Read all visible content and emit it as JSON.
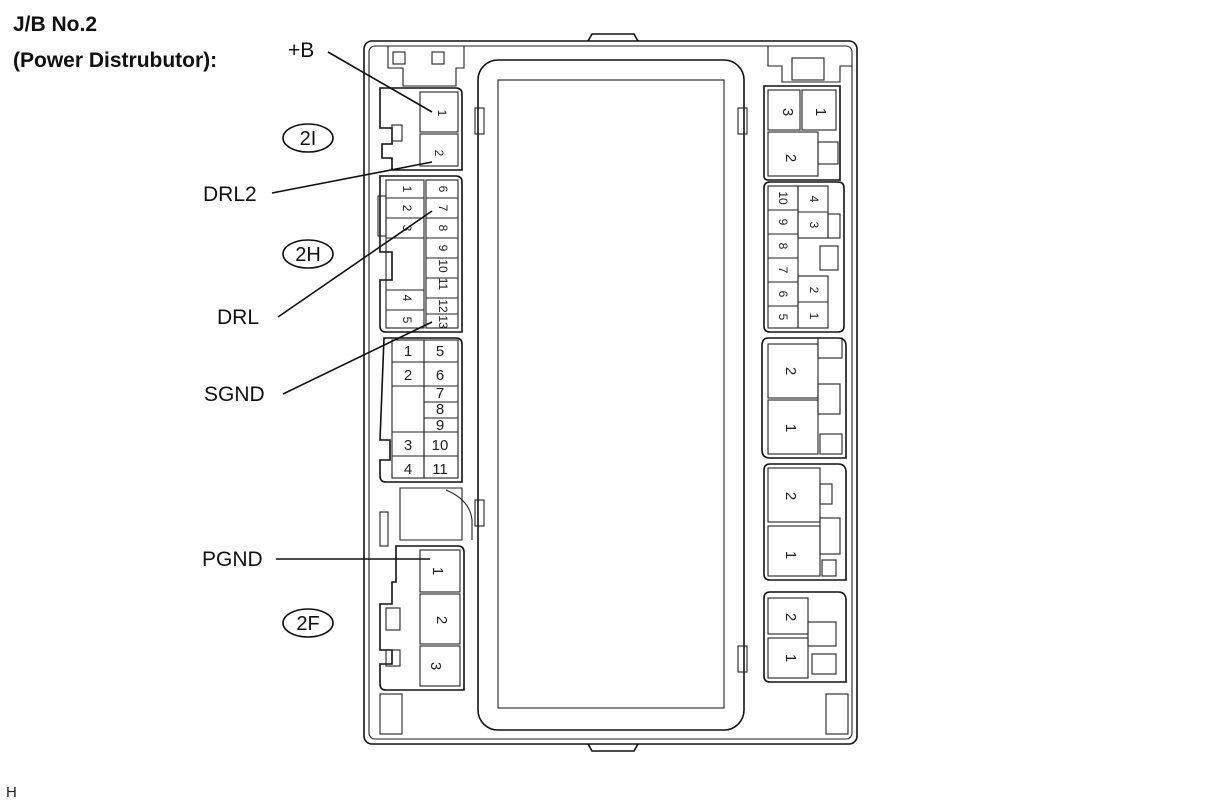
{
  "title": {
    "line1": "J/B No.2",
    "line2": "(Power Distrubutor):"
  },
  "callouts": {
    "plus_b": "+B",
    "drl2": "DRL2",
    "drl": "DRL",
    "sgnd": "SGND",
    "pgnd": "PGND"
  },
  "connectors": {
    "c2I": "2I",
    "c2H": "2H",
    "c2F": "2F"
  },
  "pins": {
    "c2I": [
      "1",
      "2"
    ],
    "c2H_left": [
      "1",
      "2",
      "3",
      "4",
      "5"
    ],
    "c2H_right": [
      "6",
      "7",
      "8",
      "9",
      "10",
      "11",
      "12",
      "13"
    ],
    "mid_left": [
      "1",
      "2",
      "3",
      "4"
    ],
    "mid_right": [
      "5",
      "6",
      "7",
      "8",
      "9",
      "10",
      "11"
    ],
    "c2F": [
      "1",
      "2",
      "3"
    ],
    "r1": [
      "3",
      "1",
      "2"
    ],
    "r2_left": [
      "10",
      "9",
      "8",
      "7",
      "6",
      "5"
    ],
    "r2_right": [
      "4",
      "3",
      "2",
      "1"
    ],
    "r3": [
      "2",
      "1"
    ],
    "r4": [
      "2",
      "1"
    ],
    "r5": [
      "2",
      "1"
    ]
  },
  "footer": "H"
}
